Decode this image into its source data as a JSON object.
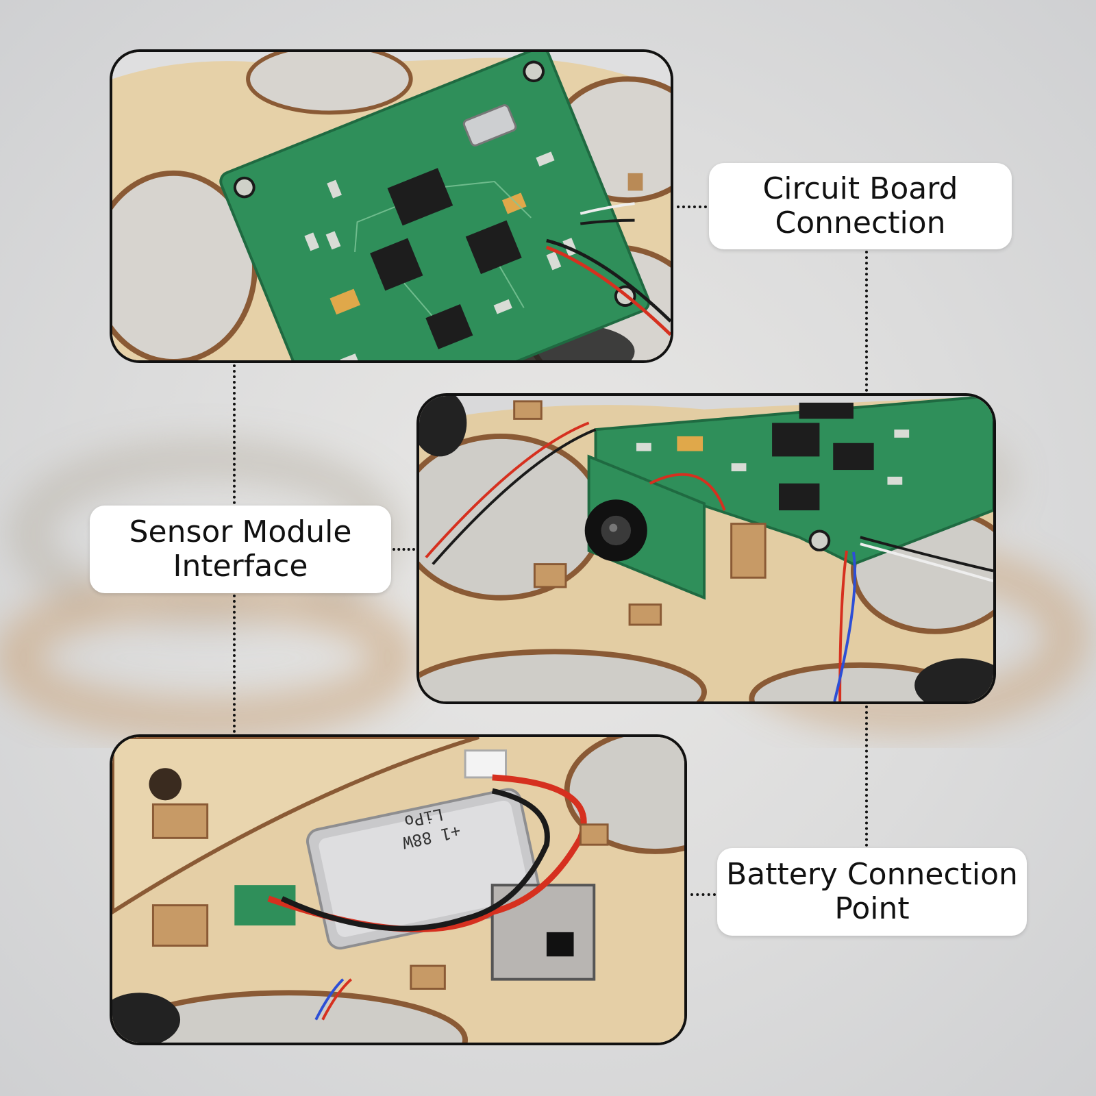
{
  "callouts": {
    "circuit_board": {
      "line1": "Circuit Board",
      "line2": "Connection"
    },
    "sensor_module": {
      "line1": "Sensor Module",
      "line2": "Interface"
    },
    "battery": {
      "line1": "Battery Connection",
      "line2": "Point"
    }
  },
  "silkscreen": {
    "battery_label_1": "+1 88W",
    "battery_label_2": "LiPo"
  },
  "colors": {
    "wood": "#e4cfa8",
    "wood_dark": "#8a5a35",
    "pcb_green": "#2f8f5a",
    "chip_black": "#1d1d1d",
    "battery_silver": "#c9c9cb",
    "wire_red": "#d6301f",
    "wire_black": "#1a1a1a",
    "outline": "#111111",
    "callout_bg": "#ffffff"
  }
}
